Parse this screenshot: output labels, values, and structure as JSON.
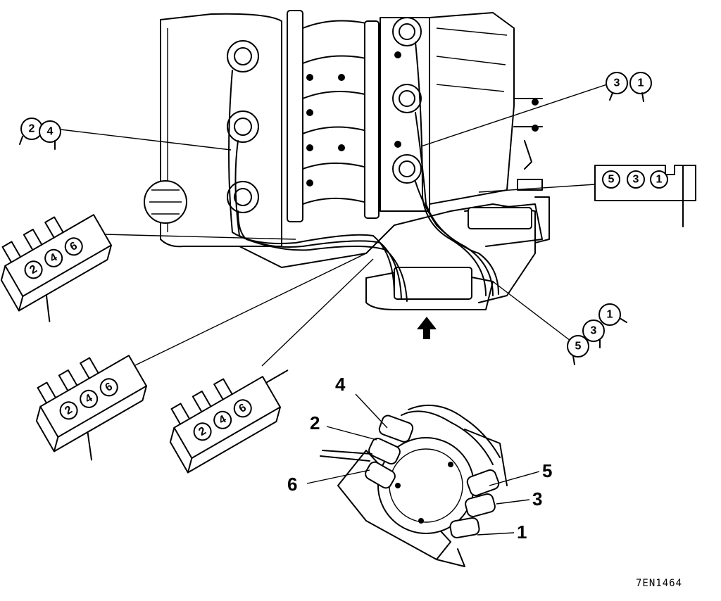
{
  "figure_code": "7EN1464",
  "callouts": {
    "coil_2_4": [
      "2",
      "4"
    ],
    "coil_3_1": [
      "3",
      "1"
    ],
    "connector_5_3_1": [
      "5",
      "3",
      "1"
    ],
    "coil_5_3_1": [
      "5",
      "3",
      "1"
    ],
    "connector_2_4_6_a": [
      "2",
      "4",
      "6"
    ],
    "connector_2_4_6_b": [
      "2",
      "4",
      "6"
    ],
    "connector_2_4_6_c": [
      "2",
      "4",
      "6"
    ]
  },
  "distributor_labels": [
    "4",
    "2",
    "6",
    "5",
    "3",
    "1"
  ]
}
